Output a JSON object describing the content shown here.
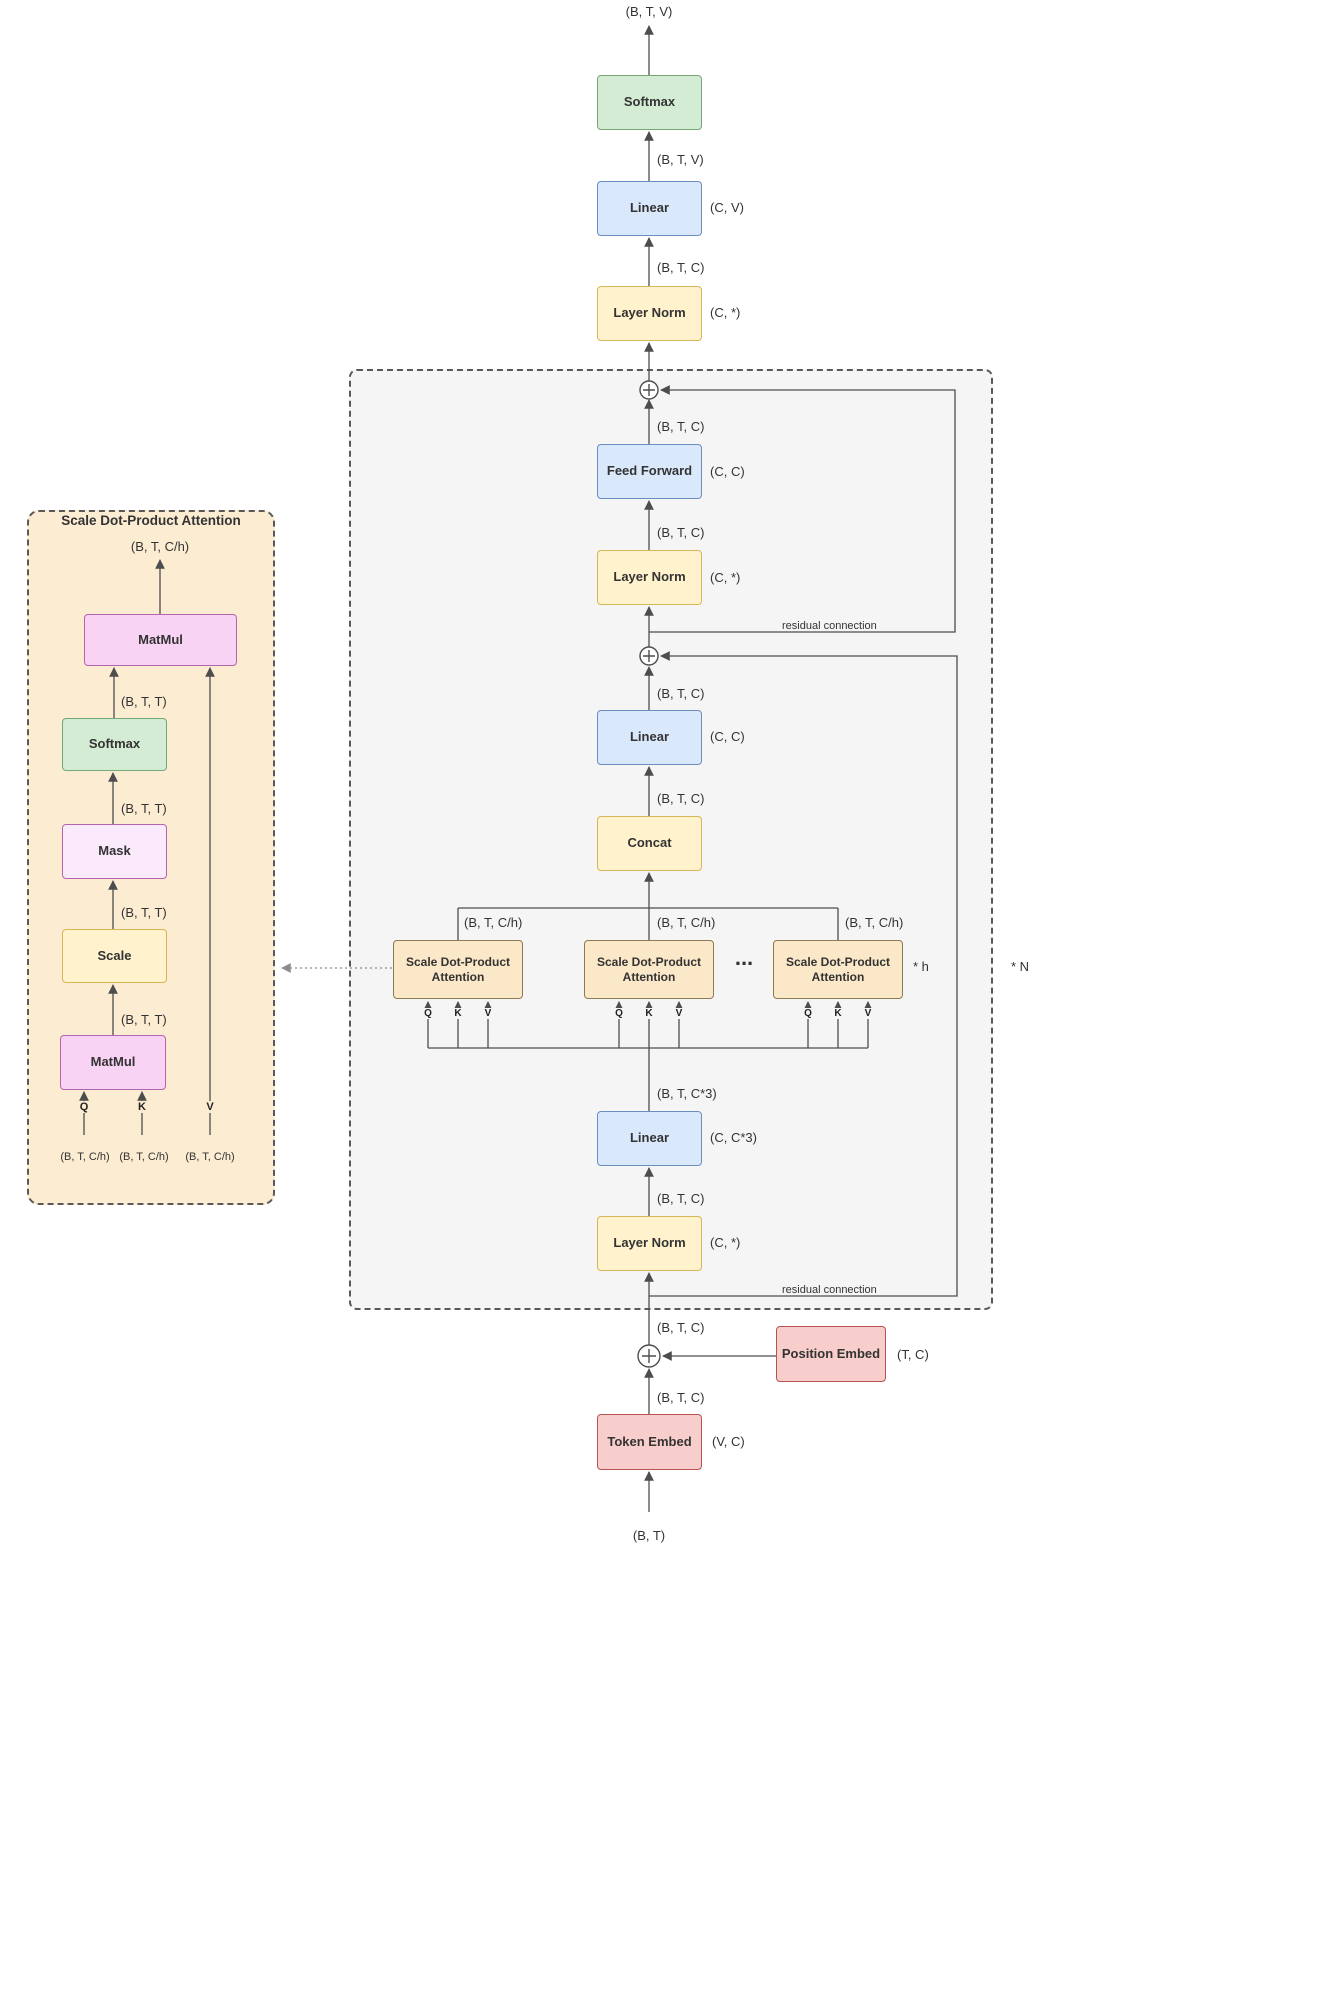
{
  "colors": {
    "softmax_green": "#d5ecd4",
    "linear_blue": "#dae8fc",
    "norm_yellow": "#fff2cc",
    "embed_red": "#f8cecc",
    "matmul_magenta": "#f8d3f3",
    "mask_lavender": "#fbeafb",
    "attention_tan": "#fbe8c8",
    "block_panel_gray": "#f5f5f5",
    "detail_panel_cream": "#fcecd2",
    "wire": "#4d4d4d"
  },
  "shapes": {
    "btv": "(B, T, V)",
    "btc": "(B, T, C)",
    "btc3": "(B, T, C*3)",
    "btch": "(B, T, C/h)",
    "btt": "(B, T, T)",
    "bt": "(B, T)",
    "cv": "(C, V)",
    "cstar": "(C, *)",
    "cc": "(C, C)",
    "cc3": "(C, C*3)",
    "tc": "(T, C)",
    "vc": "(V, C)"
  },
  "blocks": {
    "softmax": "Softmax",
    "linear": "Linear",
    "layer_norm": "Layer Norm",
    "feed_forward": "Feed Forward",
    "concat": "Concat",
    "attention": "Scale Dot-Product Attention",
    "token_embed": "Token Embed",
    "position_embed": "Position Embed",
    "matmul": "MatMul",
    "mask": "Mask",
    "scale": "Scale"
  },
  "labels": {
    "residual": "residual connection",
    "heads_mult": "* h",
    "layers_mult": "* N",
    "dots": "...",
    "q": "Q",
    "k": "K",
    "v": "V"
  },
  "detail": {
    "title": "Scale Dot-Product Attention"
  }
}
